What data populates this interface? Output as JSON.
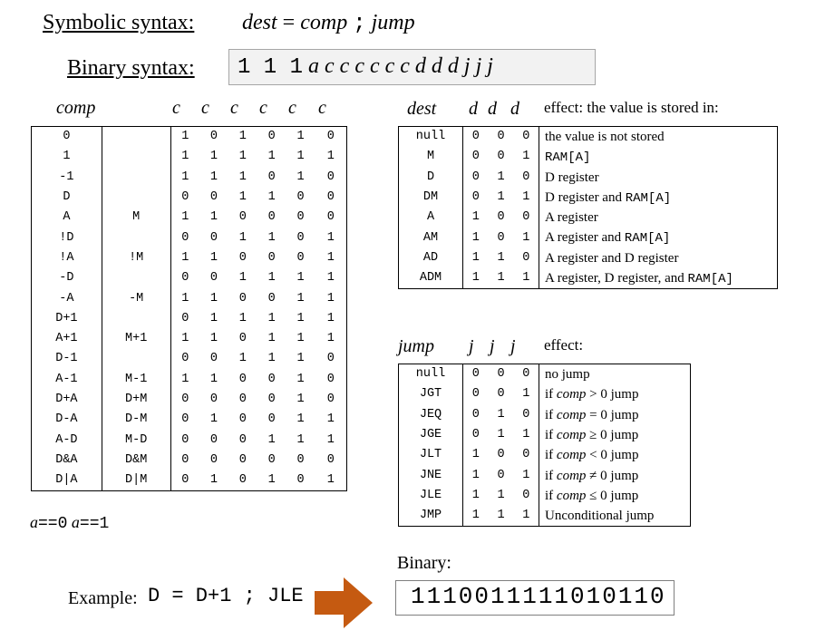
{
  "symbolic": {
    "label": "Symbolic syntax:",
    "dest": "dest",
    "eq": "=",
    "comp": "comp",
    "semi": ";",
    "jump": "jump"
  },
  "binary_syntax": {
    "label": "Binary syntax:",
    "ones": "1 1 1",
    "fields": "a c c c c c c d d d j j j"
  },
  "comp_table": {
    "headers": [
      "comp",
      "c",
      "c",
      "c",
      "c",
      "c",
      "c"
    ],
    "footer_a0": "a",
    "footer_a0_eq": "==",
    "footer_a0_val": "0",
    "footer_a1": "a",
    "footer_a1_eq": "==",
    "footer_a1_val": "1",
    "rows": [
      {
        "a0": "0",
        "a1": "",
        "bits": [
          "1",
          "0",
          "1",
          "0",
          "1",
          "0"
        ]
      },
      {
        "a0": "1",
        "a1": "",
        "bits": [
          "1",
          "1",
          "1",
          "1",
          "1",
          "1"
        ]
      },
      {
        "a0": "-1",
        "a1": "",
        "bits": [
          "1",
          "1",
          "1",
          "0",
          "1",
          "0"
        ]
      },
      {
        "a0": "D",
        "a1": "",
        "bits": [
          "0",
          "0",
          "1",
          "1",
          "0",
          "0"
        ]
      },
      {
        "a0": "A",
        "a1": "M",
        "bits": [
          "1",
          "1",
          "0",
          "0",
          "0",
          "0"
        ]
      },
      {
        "a0": "!D",
        "a1": "",
        "bits": [
          "0",
          "0",
          "1",
          "1",
          "0",
          "1"
        ]
      },
      {
        "a0": "!A",
        "a1": "!M",
        "bits": [
          "1",
          "1",
          "0",
          "0",
          "0",
          "1"
        ]
      },
      {
        "a0": "-D",
        "a1": "",
        "bits": [
          "0",
          "0",
          "1",
          "1",
          "1",
          "1"
        ]
      },
      {
        "a0": "-A",
        "a1": "-M",
        "bits": [
          "1",
          "1",
          "0",
          "0",
          "1",
          "1"
        ]
      },
      {
        "a0": "D+1",
        "a1": "",
        "bits": [
          "0",
          "1",
          "1",
          "1",
          "1",
          "1"
        ]
      },
      {
        "a0": "A+1",
        "a1": "M+1",
        "bits": [
          "1",
          "1",
          "0",
          "1",
          "1",
          "1"
        ]
      },
      {
        "a0": "D-1",
        "a1": "",
        "bits": [
          "0",
          "0",
          "1",
          "1",
          "1",
          "0"
        ]
      },
      {
        "a0": "A-1",
        "a1": "M-1",
        "bits": [
          "1",
          "1",
          "0",
          "0",
          "1",
          "0"
        ]
      },
      {
        "a0": "D+A",
        "a1": "D+M",
        "bits": [
          "0",
          "0",
          "0",
          "0",
          "1",
          "0"
        ]
      },
      {
        "a0": "D-A",
        "a1": "D-M",
        "bits": [
          "0",
          "1",
          "0",
          "0",
          "1",
          "1"
        ]
      },
      {
        "a0": "A-D",
        "a1": "M-D",
        "bits": [
          "0",
          "0",
          "0",
          "1",
          "1",
          "1"
        ]
      },
      {
        "a0": "D&A",
        "a1": "D&M",
        "bits": [
          "0",
          "0",
          "0",
          "0",
          "0",
          "0"
        ]
      },
      {
        "a0": "D|A",
        "a1": "D|M",
        "bits": [
          "0",
          "1",
          "0",
          "1",
          "0",
          "1"
        ]
      }
    ]
  },
  "dest_table": {
    "headers": [
      "dest",
      "d",
      "d",
      "d",
      "effect: the value is stored in:"
    ],
    "rows": [
      {
        "name": "null",
        "bits": [
          "0",
          "0",
          "0"
        ],
        "effect": [
          {
            "t": "the value is not stored",
            "s": "txt"
          }
        ]
      },
      {
        "name": "M",
        "bits": [
          "0",
          "0",
          "1"
        ],
        "effect": [
          {
            "t": "RAM[A]",
            "s": "m"
          }
        ]
      },
      {
        "name": "D",
        "bits": [
          "0",
          "1",
          "0"
        ],
        "effect": [
          {
            "t": "D register",
            "s": "txt"
          }
        ]
      },
      {
        "name": "DM",
        "bits": [
          "0",
          "1",
          "1"
        ],
        "effect": [
          {
            "t": "D register and ",
            "s": "txt"
          },
          {
            "t": "RAM[A]",
            "s": "m"
          }
        ]
      },
      {
        "name": "A",
        "bits": [
          "1",
          "0",
          "0"
        ],
        "effect": [
          {
            "t": "A register",
            "s": "txt"
          }
        ]
      },
      {
        "name": "AM",
        "bits": [
          "1",
          "0",
          "1"
        ],
        "effect": [
          {
            "t": "A register and ",
            "s": "txt"
          },
          {
            "t": "RAM[A]",
            "s": "m"
          }
        ]
      },
      {
        "name": "AD",
        "bits": [
          "1",
          "1",
          "0"
        ],
        "effect": [
          {
            "t": "A register and D register",
            "s": "txt"
          }
        ]
      },
      {
        "name": "ADM",
        "bits": [
          "1",
          "1",
          "1"
        ],
        "effect": [
          {
            "t": "A register, D register, and ",
            "s": "txt"
          },
          {
            "t": "RAM[A]",
            "s": "m"
          }
        ]
      }
    ]
  },
  "jump_table": {
    "headers": [
      "jump",
      "j",
      "j",
      "j",
      "effect:"
    ],
    "rows": [
      {
        "name": "null",
        "bits": [
          "0",
          "0",
          "0"
        ],
        "effect": [
          {
            "t": "no jump",
            "s": "txt"
          }
        ]
      },
      {
        "name": "JGT",
        "bits": [
          "0",
          "0",
          "1"
        ],
        "effect": [
          {
            "t": "if ",
            "s": "txt"
          },
          {
            "t": "comp",
            "s": "i"
          },
          {
            "t": " > 0 jump",
            "s": "txt"
          }
        ]
      },
      {
        "name": "JEQ",
        "bits": [
          "0",
          "1",
          "0"
        ],
        "effect": [
          {
            "t": "if ",
            "s": "txt"
          },
          {
            "t": "comp",
            "s": "i"
          },
          {
            "t": " = 0 jump",
            "s": "txt"
          }
        ]
      },
      {
        "name": "JGE",
        "bits": [
          "0",
          "1",
          "1"
        ],
        "effect": [
          {
            "t": "if ",
            "s": "txt"
          },
          {
            "t": "comp",
            "s": "i"
          },
          {
            "t": " ≥ 0 jump",
            "s": "txt"
          }
        ]
      },
      {
        "name": "JLT",
        "bits": [
          "1",
          "0",
          "0"
        ],
        "effect": [
          {
            "t": "if ",
            "s": "txt"
          },
          {
            "t": "comp",
            "s": "i"
          },
          {
            "t": " < 0 jump",
            "s": "txt"
          }
        ]
      },
      {
        "name": "JNE",
        "bits": [
          "1",
          "0",
          "1"
        ],
        "effect": [
          {
            "t": "if ",
            "s": "txt"
          },
          {
            "t": "comp",
            "s": "i"
          },
          {
            "t": " ≠ 0 jump",
            "s": "txt"
          }
        ]
      },
      {
        "name": "JLE",
        "bits": [
          "1",
          "1",
          "0"
        ],
        "effect": [
          {
            "t": "if ",
            "s": "txt"
          },
          {
            "t": "comp",
            "s": "i"
          },
          {
            "t": " ≤ 0 jump",
            "s": "txt"
          }
        ]
      },
      {
        "name": "JMP",
        "bits": [
          "1",
          "1",
          "1"
        ],
        "effect": [
          {
            "t": "Unconditional jump",
            "s": "txt"
          }
        ]
      }
    ]
  },
  "example": {
    "label": "Example:",
    "instruction": "D = D+1 ; JLE",
    "arrow_color": "#c55a11",
    "binary_label": "Binary:",
    "binary_value": "1110011111010110"
  }
}
